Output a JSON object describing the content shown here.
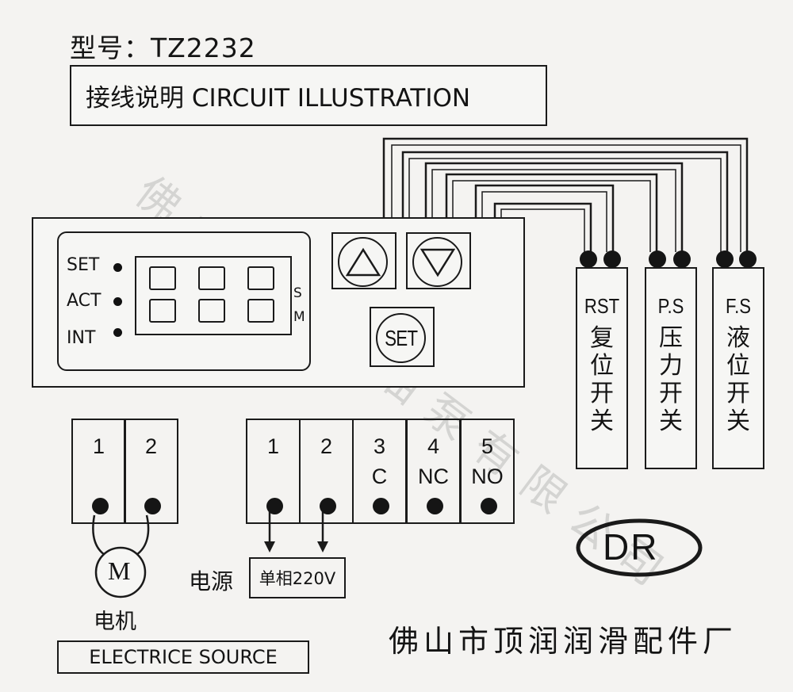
{
  "model_label": "型号：TZ2232",
  "title": "接线说明 CIRCUIT ILLUSTRATION",
  "display_panel": {
    "leds": [
      "SET",
      "ACT",
      "INT"
    ],
    "mode_s": "S",
    "mode_m": "M"
  },
  "buttons": {
    "up_icon": "triangle-up-icon",
    "down_icon": "triangle-down-icon",
    "set_label": "SET"
  },
  "switches": [
    {
      "code": "RST",
      "name": "复位开关"
    },
    {
      "code": "P.S",
      "name": "压力开关"
    },
    {
      "code": "F.S",
      "name": "液位开关"
    }
  ],
  "motor_terminals": [
    {
      "num": "1"
    },
    {
      "num": "2"
    }
  ],
  "power_terminals": [
    {
      "num": "1",
      "sub": ""
    },
    {
      "num": "2",
      "sub": ""
    },
    {
      "num": "3",
      "sub": "C"
    },
    {
      "num": "4",
      "sub": "NC"
    },
    {
      "num": "5",
      "sub": "NO"
    }
  ],
  "motor_symbol": "M",
  "motor_label": "电机",
  "power_label": "电源",
  "power_box": "单相220V",
  "electric_source": "ELECTRICE SOURCE",
  "logo": "DR",
  "company": "佛山市顶润润滑配件厂",
  "watermark": "佛山市顺生油泵有限公司"
}
